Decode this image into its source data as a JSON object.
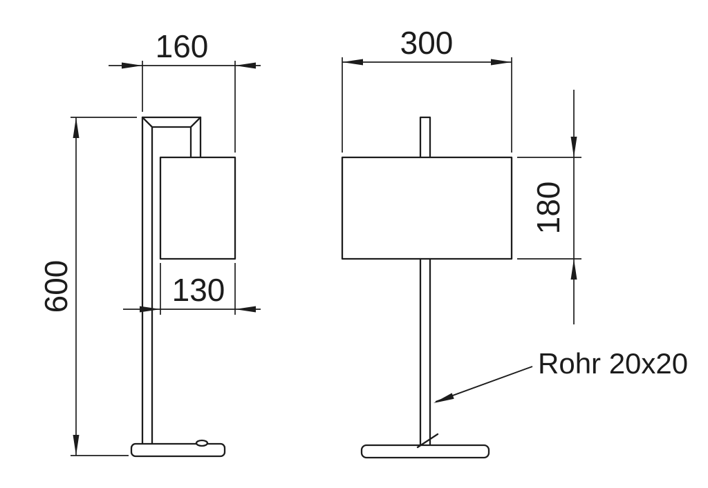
{
  "drawing": {
    "description": "Two-view dimensioned technical drawing of a table lamp",
    "colors": {
      "line": "#1c1c1c",
      "background": "#ffffff"
    },
    "dimensions": {
      "side_overall_depth": "160",
      "overall_height": "600",
      "shade_depth": "130",
      "front_overall_width": "300",
      "shade_height": "180"
    },
    "annotations": {
      "tube_note": "Rohr 20x20"
    }
  }
}
